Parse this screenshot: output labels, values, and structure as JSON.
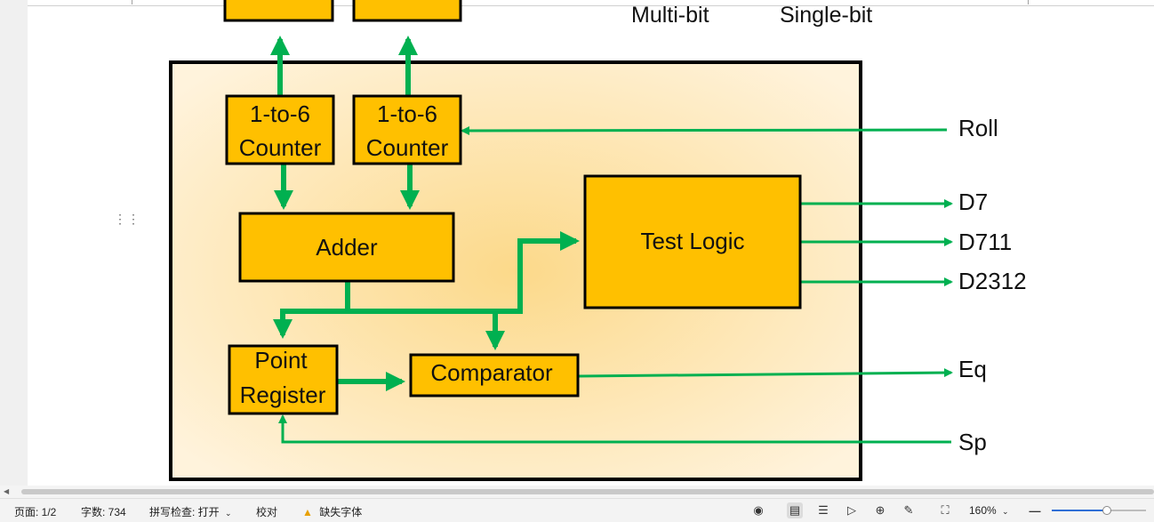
{
  "diagram": {
    "top_labels": [
      "Multi-bit",
      "Single-bit"
    ],
    "blocks": {
      "counter1": [
        "1-to-6",
        "Counter"
      ],
      "counter2": [
        "1-to-6",
        "Counter"
      ],
      "adder": "Adder",
      "test_logic": "Test Logic",
      "point_register": [
        "Point",
        "Register"
      ],
      "comparator": "Comparator"
    },
    "signals": {
      "roll": "Roll",
      "d7": "D7",
      "d711": "D711",
      "d2312": "D2312",
      "eq": "Eq",
      "sp": "Sp"
    },
    "colors": {
      "block_fill": "#ffc000",
      "arrow": "#00b050",
      "container_center": "#fcd98a",
      "container_edge": "#fff3dc"
    }
  },
  "statusbar": {
    "page": "页面: 1/2",
    "word_count": "字数: 734",
    "spell_check": "拼写检查: 打开",
    "proofread": "校对",
    "missing_font": "缺失字体",
    "zoom": "160%",
    "zoom_level_percent": 58
  }
}
